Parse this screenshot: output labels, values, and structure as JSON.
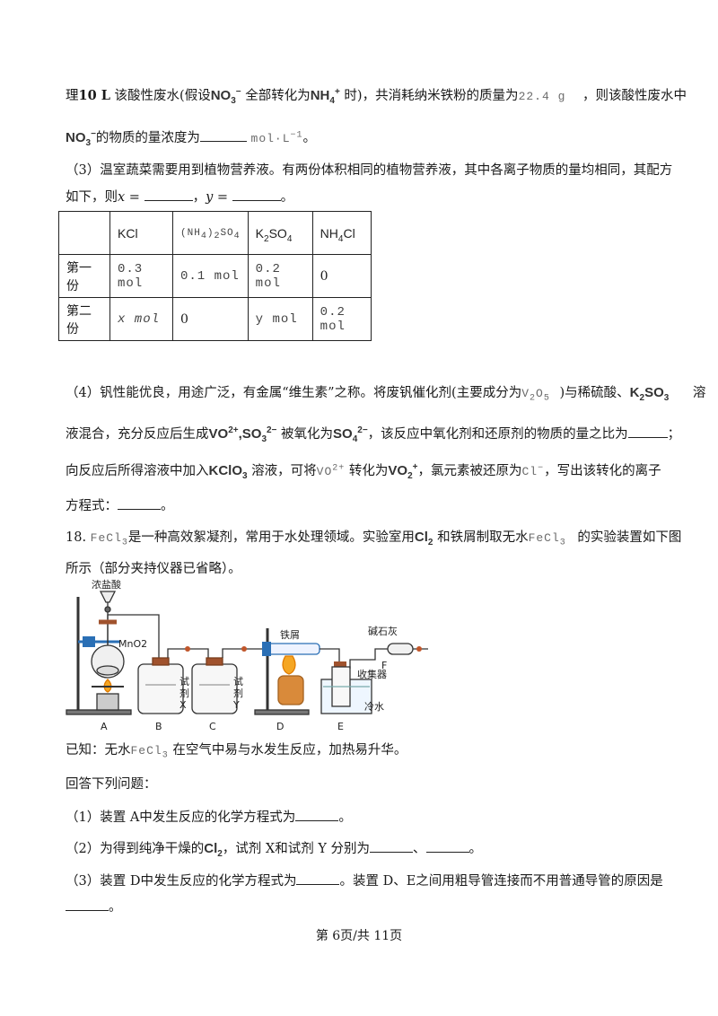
{
  "line1": {
    "prefix": "理",
    "volume": "10 L",
    "t1": "该酸性废水(假设",
    "ion_a": "NO",
    "ion_a_sub": "3",
    "ion_a_sup": "−",
    "t2": "全部转化为",
    "ion_b": "NH",
    "ion_b_sub": "4",
    "ion_b_sup": "+",
    "t3": "时)，共消耗纳米铁粉的质量为",
    "mass": "22.4 g",
    "t4": "，则该酸性废水中"
  },
  "line2": {
    "ion": "NO",
    "ion_sub": "3",
    "ion_sup": "−",
    "t1": "的物质的量浓度为",
    "unit": "mol·L",
    "unit_sup": "−1",
    "end": "。"
  },
  "q3": {
    "text": "（3）温室蔬菜需要用到植物营养液。有两份体积相同的植物营养液，其中各离子物质的量均相同，其配方",
    "text2a": "如下，则",
    "x": "x",
    "eq1": " = ",
    "comma": "，",
    "y": "y",
    "eq2": " = ",
    "end": "。"
  },
  "table": {
    "headers": [
      "",
      "KCl",
      "(NH4)2SO4",
      "K2SO4",
      "NH4Cl"
    ],
    "rows": [
      [
        "第一份",
        "0.3 mol",
        "0.1 mol",
        "0.2 mol",
        "0"
      ],
      [
        "第二份",
        "x mol",
        "0",
        "y mol",
        "0.2 mol"
      ]
    ]
  },
  "q4": {
    "l1a": "（4）钒性能优良，用途广泛，有金属“维生素”之称。将废钒催化剂(主要成分为",
    "v2o5": "V2O5",
    "l1b": ")与稀硫酸、",
    "k2so3": "K2SO3",
    "l1c": "溶",
    "l2a": "液混合，充分反应后生成",
    "vo": "VO",
    "vo_sup": "2+",
    "so3": ",SO",
    "so3_sub": "3",
    "so3_sup": "2−",
    "l2b": "被氧化为",
    "so4": "SO",
    "so4_sub": "4",
    "so4_sup": "2−",
    "l2c": "，该反应中氧化剂和还原剂的物质的量之比为",
    "l2d": "；",
    "l3a": "向反应后所得溶液中加入",
    "kclo3": "KClO",
    "kclo3_sub": "3",
    "l3b": "溶液，可将",
    "vo2": "VO",
    "vo2_sup": "2+",
    "l3c": "转化为",
    "vo2p": "VO",
    "vo2p_sub": "2",
    "vo2p_sup": "+",
    "l3d": "，氯元素被还原为",
    "cl": "Cl",
    "cl_sup": "−",
    "l3e": "，写出该转化的离子",
    "l4a": "方程式：",
    "l4b": "。"
  },
  "q18": {
    "num": "18.",
    "fecl3": "FeCl",
    "fecl3_sub": "3",
    "t1": "是一种高效絮凝剂，常用于水处理领域。实验室用",
    "cl2": "Cl",
    "cl2_sub": "2",
    "t2": "和铁屑制取无水",
    "fecl3b": "FeCl",
    "fecl3b_sub": "3",
    "t3": "的实验装置如下图",
    "t4": "所示（部分夹持仪器已省略）。"
  },
  "figure": {
    "labels": [
      "浓盐酸",
      "MnO2",
      "试",
      "剂",
      "X",
      "试",
      "剂",
      "Y",
      "铁屑",
      "碱石灰",
      "F",
      "收集器",
      "冷水"
    ],
    "letters": [
      "A",
      "B",
      "C",
      "D",
      "E"
    ]
  },
  "known": {
    "t1": "已知：无水",
    "fecl3": "FeCl",
    "fecl3_sub": "3",
    "t2": "在空气中易与水发生反应，加热易升华。"
  },
  "answer_prompt": "回答下列问题：",
  "sub1": {
    "t1": "（1）装置 A中发生反应的化学方程式为",
    "end": "。"
  },
  "sub2": {
    "t1": "（2）为得到纯净干燥的",
    "cl2": "Cl",
    "cl2_sub": "2",
    "t2": "，试剂 X和试剂 Y 分别为",
    "sep": "、",
    "end": "。"
  },
  "sub3": {
    "t1": "（3）装置 D中发生反应的化学方程式为",
    "t2": "。装置 D、E之间用粗导管连接而不用普通导管的原因是",
    "end": "。"
  },
  "footer": "第 6页/共 11页"
}
